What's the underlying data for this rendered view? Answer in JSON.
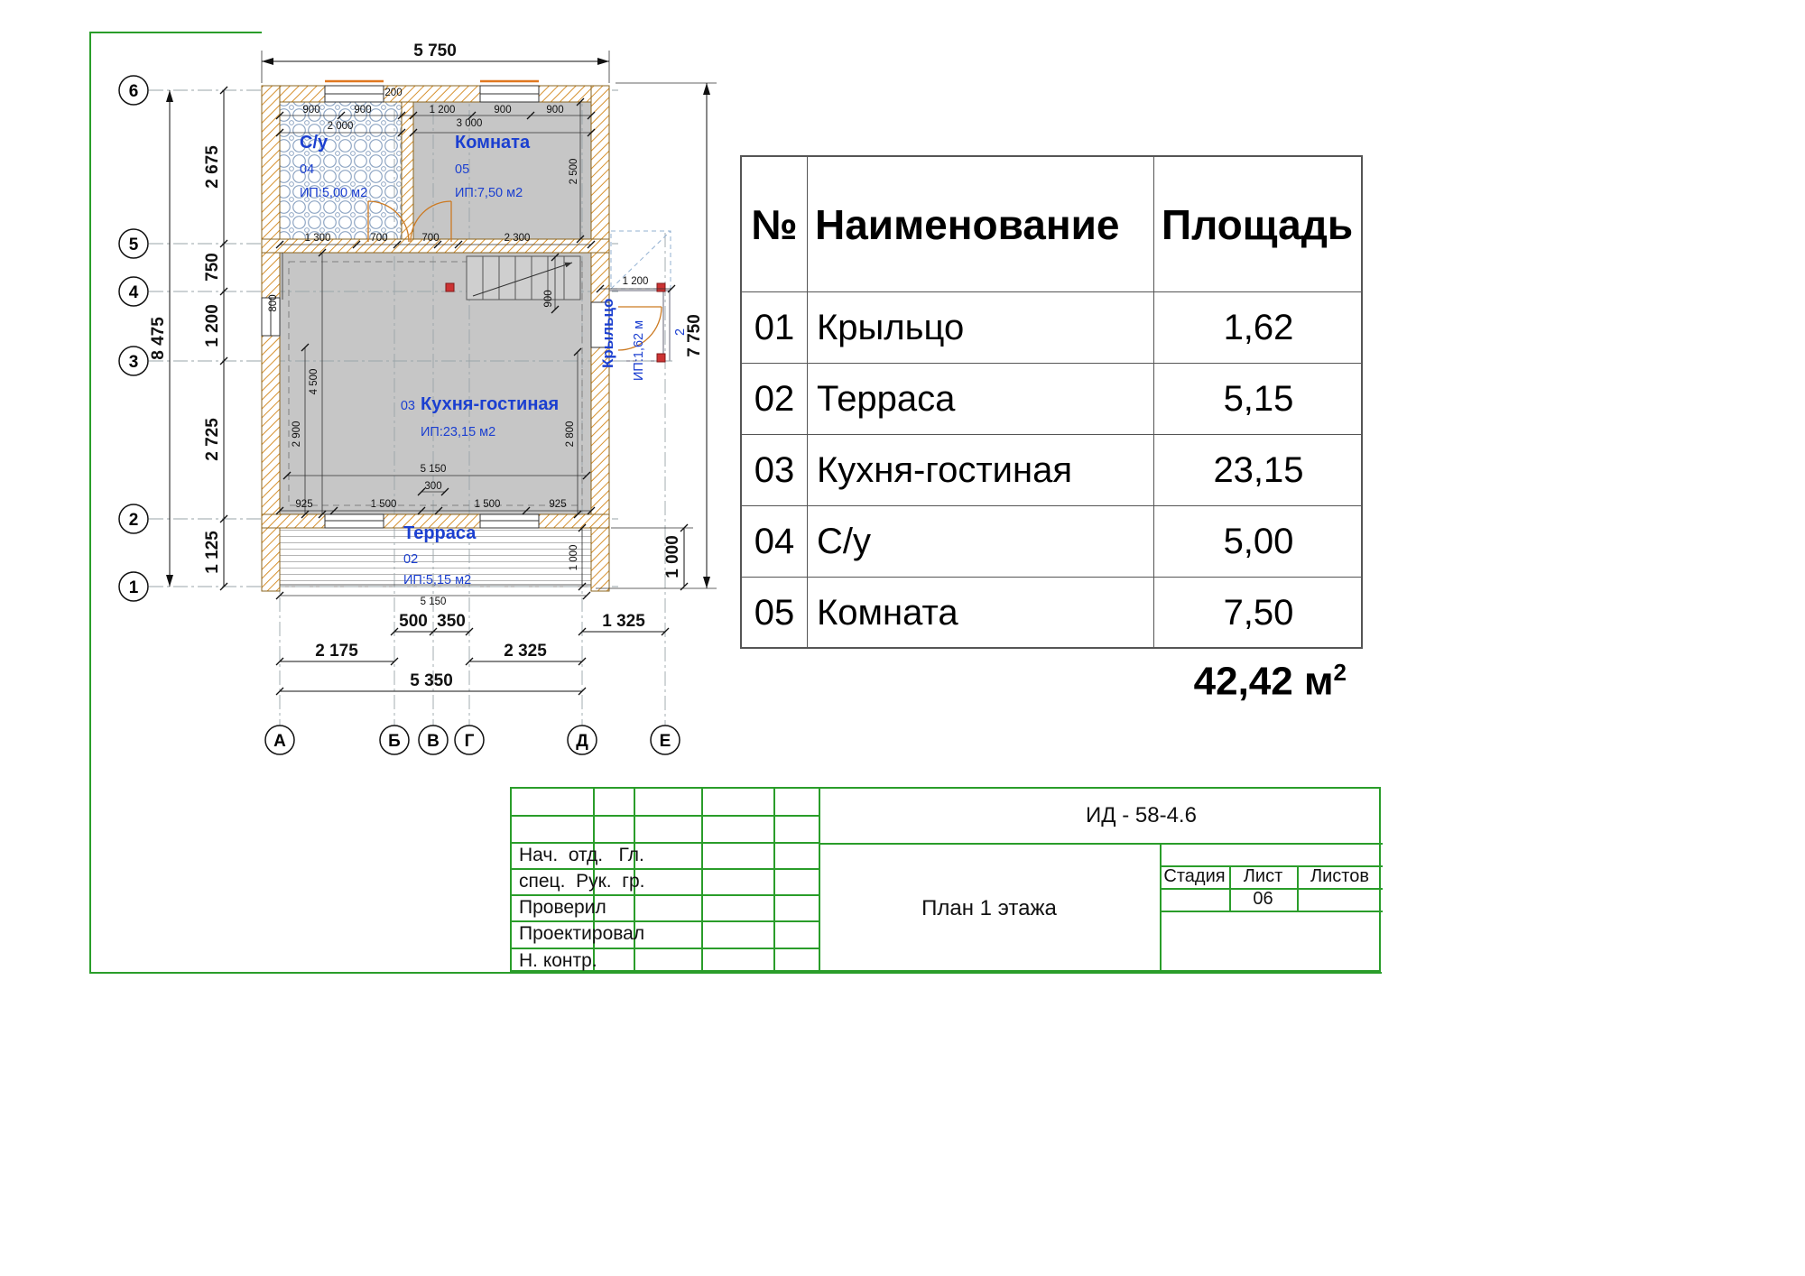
{
  "plan": {
    "axis_rows": [
      "6",
      "5",
      "4",
      "3",
      "2",
      "1"
    ],
    "axis_cols": [
      "А",
      "Б",
      "В",
      "Г",
      "Д",
      "Е"
    ],
    "rooms": {
      "su": {
        "name": "С/у",
        "num": "04",
        "ip": "ИП:5,00 м2"
      },
      "komnata": {
        "name": "Комната",
        "num": "05",
        "ip": "ИП:7,50 м2"
      },
      "kitchen": {
        "name": "Кухня-гостиная",
        "num": "03",
        "ip": "ИП:23,15 м2"
      },
      "terrasa": {
        "name": "Терраса",
        "num": "02",
        "ip": "ИП:5,15 м2"
      },
      "kryltso": {
        "name": "Крыльцо",
        "ip": "ИП:1,62 м",
        "sup": "2"
      }
    },
    "dims": {
      "top_overall": "5 750",
      "right_overall": "7 750",
      "right_bottom": "1 000",
      "left_2675": "2 675",
      "left_750": "750",
      "left_1200": "1 200",
      "left_2725": "2 725",
      "left_1125": "1 125",
      "left_overall": "8 475",
      "t200": "200",
      "t900a": "900",
      "t900b": "900",
      "t1200": "1 200",
      "t900c": "900",
      "t900d": "900",
      "w2000": "2 000",
      "w3000": "3 000",
      "d2500": "2 500",
      "m1300": "1 300",
      "m700a": "700",
      "m700b": "700",
      "m2300": "2 300",
      "v800": "800",
      "v900": "900",
      "p1200": "1 200",
      "v4500": "4 500",
      "v2900": "2 900",
      "v2800": "2 800",
      "k5150": "5 150",
      "k300": "300",
      "b925a": "925",
      "b1500a": "1 500",
      "b1500b": "1 500",
      "b925b": "925",
      "t1000": "1 000",
      "bot5150": "5 150",
      "bb500": "500",
      "bb350": "350",
      "bb1325": "1 325",
      "bb2175": "2 175",
      "bb2325": "2 325",
      "bb5350": "5 350"
    }
  },
  "table": {
    "header": {
      "num": "№",
      "name": "Наименование",
      "area": "Площадь"
    },
    "rows": [
      {
        "num": "01",
        "name": "Крыльцо",
        "area": "1,62"
      },
      {
        "num": "02",
        "name": "Терраса",
        "area": "5,15"
      },
      {
        "num": "03",
        "name": "Кухня-гостиная",
        "area": "23,15"
      },
      {
        "num": "04",
        "name": "С/у",
        "area": "5,00"
      },
      {
        "num": "05",
        "name": "Комната",
        "area": "7,50"
      }
    ],
    "total": "42,42 м",
    "total_sup": "2"
  },
  "stamp": {
    "doc_code": "ИД - 58-4.6",
    "stage_label": "Стадия",
    "sheet_label": "Лист",
    "sheets_label": "Листов",
    "sheet_number": "06",
    "drawing_title": "План 1 этажа",
    "roles": [
      "Нач.  отд.   Гл.",
      "спец.  Рук.  гр.",
      "Проверил",
      "Проектировал",
      "Н. контр."
    ]
  }
}
